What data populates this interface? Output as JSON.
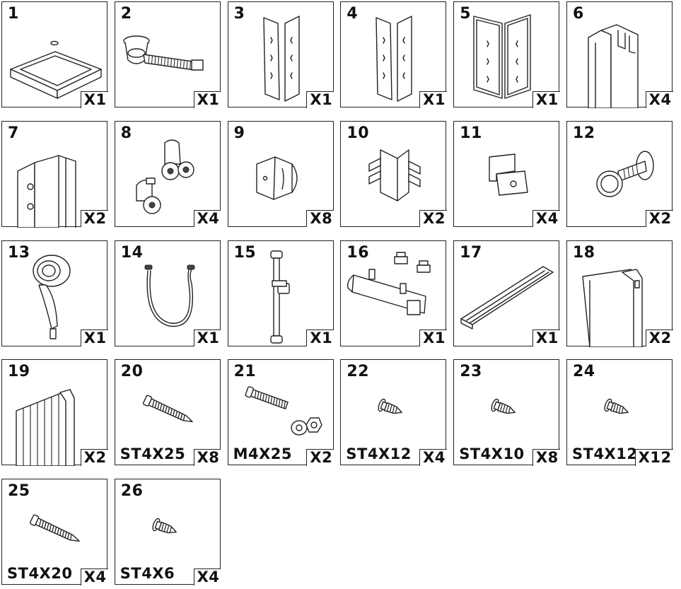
{
  "parts": [
    {
      "number": "1",
      "quantity": "X1",
      "code": "",
      "icon": "shower-tray-icon"
    },
    {
      "number": "2",
      "quantity": "X1",
      "code": "",
      "icon": "drain-waste-hose-icon"
    },
    {
      "number": "3",
      "quantity": "X1",
      "code": "",
      "icon": "side-panel-pair-icon"
    },
    {
      "number": "4",
      "quantity": "X1",
      "code": "",
      "icon": "side-panel-pair-icon"
    },
    {
      "number": "5",
      "quantity": "X1",
      "code": "",
      "icon": "framed-panel-pair-icon"
    },
    {
      "number": "6",
      "quantity": "X4",
      "code": "",
      "icon": "wall-profile-icon"
    },
    {
      "number": "7",
      "quantity": "X2",
      "code": "",
      "icon": "u-channel-profile-icon"
    },
    {
      "number": "8",
      "quantity": "X4",
      "code": "",
      "icon": "door-roller-icon"
    },
    {
      "number": "9",
      "quantity": "X8",
      "code": "",
      "icon": "corner-bracket-icon"
    },
    {
      "number": "10",
      "quantity": "X2",
      "code": "",
      "icon": "corner-joint-icon"
    },
    {
      "number": "11",
      "quantity": "X4",
      "code": "",
      "icon": "mounting-bracket-icon"
    },
    {
      "number": "12",
      "quantity": "X2",
      "code": "",
      "icon": "door-knob-icon"
    },
    {
      "number": "13",
      "quantity": "X1",
      "code": "",
      "icon": "hand-shower-icon"
    },
    {
      "number": "14",
      "quantity": "X1",
      "code": "",
      "icon": "shower-hose-icon"
    },
    {
      "number": "15",
      "quantity": "X1",
      "code": "",
      "icon": "slide-rail-icon"
    },
    {
      "number": "16",
      "quantity": "X1",
      "code": "",
      "icon": "thermostatic-mixer-icon"
    },
    {
      "number": "17",
      "quantity": "X1",
      "code": "",
      "icon": "track-rail-icon"
    },
    {
      "number": "18",
      "quantity": "X2",
      "code": "",
      "icon": "door-profile-icon"
    },
    {
      "number": "19",
      "quantity": "X2",
      "code": "",
      "icon": "ribbed-profile-icon"
    },
    {
      "number": "20",
      "quantity": "X8",
      "code": "ST4X25",
      "icon": "self-tapping-screw-icon"
    },
    {
      "number": "21",
      "quantity": "X2",
      "code": "M4X25",
      "icon": "bolt-washer-nut-icon"
    },
    {
      "number": "22",
      "quantity": "X4",
      "code": "ST4X12",
      "icon": "short-screw-icon"
    },
    {
      "number": "23",
      "quantity": "X8",
      "code": "ST4X10",
      "icon": "short-screw-icon"
    },
    {
      "number": "24",
      "quantity": "X12",
      "code": "ST4X12",
      "icon": "short-screw-icon"
    },
    {
      "number": "25",
      "quantity": "X4",
      "code": "ST4X20",
      "icon": "self-tapping-screw-icon"
    },
    {
      "number": "26",
      "quantity": "X4",
      "code": "ST4X6",
      "icon": "short-screw-icon"
    }
  ]
}
